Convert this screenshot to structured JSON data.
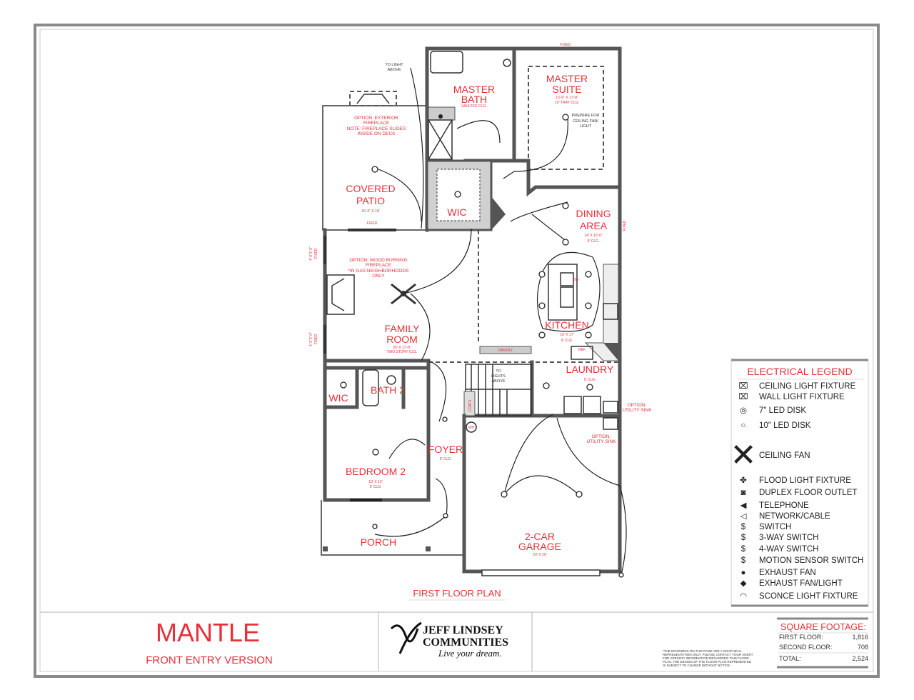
{
  "plan": {
    "title": "FIRST FLOOR PLAN",
    "rooms": {
      "master_bath": [
        "MASTER",
        "BATH"
      ],
      "master_bath_dim": "VAULTED CLG.",
      "master_suite": [
        "MASTER",
        "SUITE"
      ],
      "master_suite_dim": [
        "13'-6\" X 17'-8\"",
        "10' TRAY CLG."
      ],
      "covered_patio": [
        "COVERED",
        "PATIO"
      ],
      "covered_patio_dim": "15'-6\" X 18'",
      "wic_master": "WIC",
      "dining": [
        "DINING",
        "AREA"
      ],
      "dining_dim": [
        "14' X 10'-6\"",
        "9' CLG."
      ],
      "family": [
        "FAMILY",
        "ROOM"
      ],
      "family_dim": [
        "20' X 17'-8\"",
        "TWO STORY CLG."
      ],
      "kitchen": "KITCHEN",
      "kitchen_dim": [
        "16' X 17'",
        "9' CLG."
      ],
      "laundry": "LAUNDRY",
      "laundry_dim": "9' CLG.",
      "wic": "WIC",
      "bath2": "BATH 2",
      "bedroom2": "BEDROOM 2",
      "bedroom2_dim": [
        "13' X 12'",
        "9' CLG."
      ],
      "foyer": "FOYER",
      "foyer_dim": "9' CLG.",
      "porch": "PORCH",
      "garage": [
        "2-CAR",
        "GARAGE"
      ],
      "garage_dim": "20' X 20'"
    },
    "notes": {
      "light_above": [
        "TO LIGHT",
        "ABOVE"
      ],
      "ext_fireplace": [
        "OPTION: EXTERIOR",
        "FIREPLACE",
        "NOTE: FIREPLACE SLIDES",
        "INSIDE ON DECK"
      ],
      "prewire": [
        "PREWIRE FOR",
        "CEILING FAN/",
        "LIGHT"
      ],
      "wood_fireplace": [
        "OPTION: WOOD BURNING",
        "FIREPLACE",
        "*IN GAS NEIGHBORHOODS",
        "ONLY"
      ],
      "fixed": "FIXED",
      "window_left": [
        "4'-0\"2'-0\"",
        "FIXED"
      ],
      "pantry": "PANTRY",
      "ref": "REF",
      "dw": "DW",
      "coats": "COATS",
      "wh": "WH",
      "to_lights_above": [
        "TO",
        "LIGHTS",
        "ABOVE"
      ],
      "utility_sink_1": [
        "OPTION:",
        "UTILITY SINK"
      ],
      "utility_sink_2": [
        "OPTION:",
        "UTILITY SINK"
      ]
    }
  },
  "legend": {
    "title": "ELECTRICAL LEGEND",
    "items": [
      {
        "icon": "ceiling-light-icon",
        "label": "CEILING LIGHT FIXTURE"
      },
      {
        "icon": "wall-light-icon",
        "label": "WALL LIGHT FIXTURE"
      },
      {
        "icon": "led-disk-7-icon",
        "label": "7\" LED DISK"
      },
      {
        "icon": "led-disk-10-icon",
        "label": "10\" LED DISK"
      },
      {
        "icon": "ceiling-fan-icon",
        "label": "CEILING FAN"
      },
      {
        "icon": "flood-light-icon",
        "label": "FLOOD LIGHT FIXTURE"
      },
      {
        "icon": "duplex-outlet-icon",
        "label": "DUPLEX FLOOR OUTLET"
      },
      {
        "icon": "telephone-icon",
        "label": "TELEPHONE"
      },
      {
        "icon": "network-cable-icon",
        "label": "NETWORK/CABLE"
      },
      {
        "icon": "switch-icon",
        "label": "SWITCH"
      },
      {
        "icon": "three-way-switch-icon",
        "label": "3-WAY SWITCH"
      },
      {
        "icon": "four-way-switch-icon",
        "label": "4-WAY SWITCH"
      },
      {
        "icon": "motion-switch-icon",
        "label": "MOTION SENSOR SWITCH"
      },
      {
        "icon": "exhaust-fan-icon",
        "label": "EXHAUST FAN"
      },
      {
        "icon": "exhaust-fan-light-icon",
        "label": "EXHAUST FAN/LIGHT"
      },
      {
        "icon": "sconce-icon",
        "label": "SCONCE LIGHT FIXTURE"
      }
    ]
  },
  "title_block": {
    "name": "MANTLE",
    "version": "FRONT ENTRY VERSION",
    "logo": {
      "line1": "JEFF LINDSEY",
      "line2": "COMMUNITIES",
      "tagline": "Live your dream."
    },
    "disclaimer": [
      "*THE DRAWINGS ON THIS PAGE ARE A GRAPHICAL",
      "REPRESENTATION ONLY. PLEASE CONTACT YOUR AGENT",
      "FOR SPECIFIC INFORMATION REGARDING THIS FLOOR",
      "PLAN. THE DESIGN OF THE FLOOR PLAN REPRESENTED",
      "IS SUBJECT TO CHANGE WITHOUT NOTICE."
    ],
    "square_footage": {
      "title": "SQUARE FOOTAGE:",
      "rows": [
        {
          "label": "FIRST FLOOR:",
          "value": "1,816"
        },
        {
          "label": "SECOND FLOOR:",
          "value": "708"
        },
        {
          "label": "TOTAL:",
          "value": "2,524"
        }
      ]
    }
  },
  "colors": {
    "accent": "#e8303a",
    "wall": "#555555",
    "border": "#8a8a8a"
  }
}
